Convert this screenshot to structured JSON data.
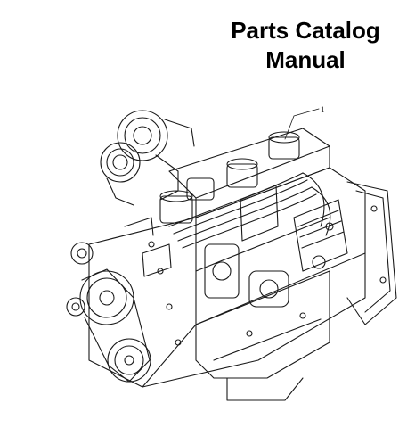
{
  "title": {
    "line1": "Parts Catalog",
    "line2": "Manual"
  },
  "illustration": {
    "subject": "engine-assembly-line-drawing",
    "callout_label": "1"
  },
  "colors": {
    "background": "#ffffff",
    "text": "#000000",
    "line": "#1a1a1a"
  }
}
